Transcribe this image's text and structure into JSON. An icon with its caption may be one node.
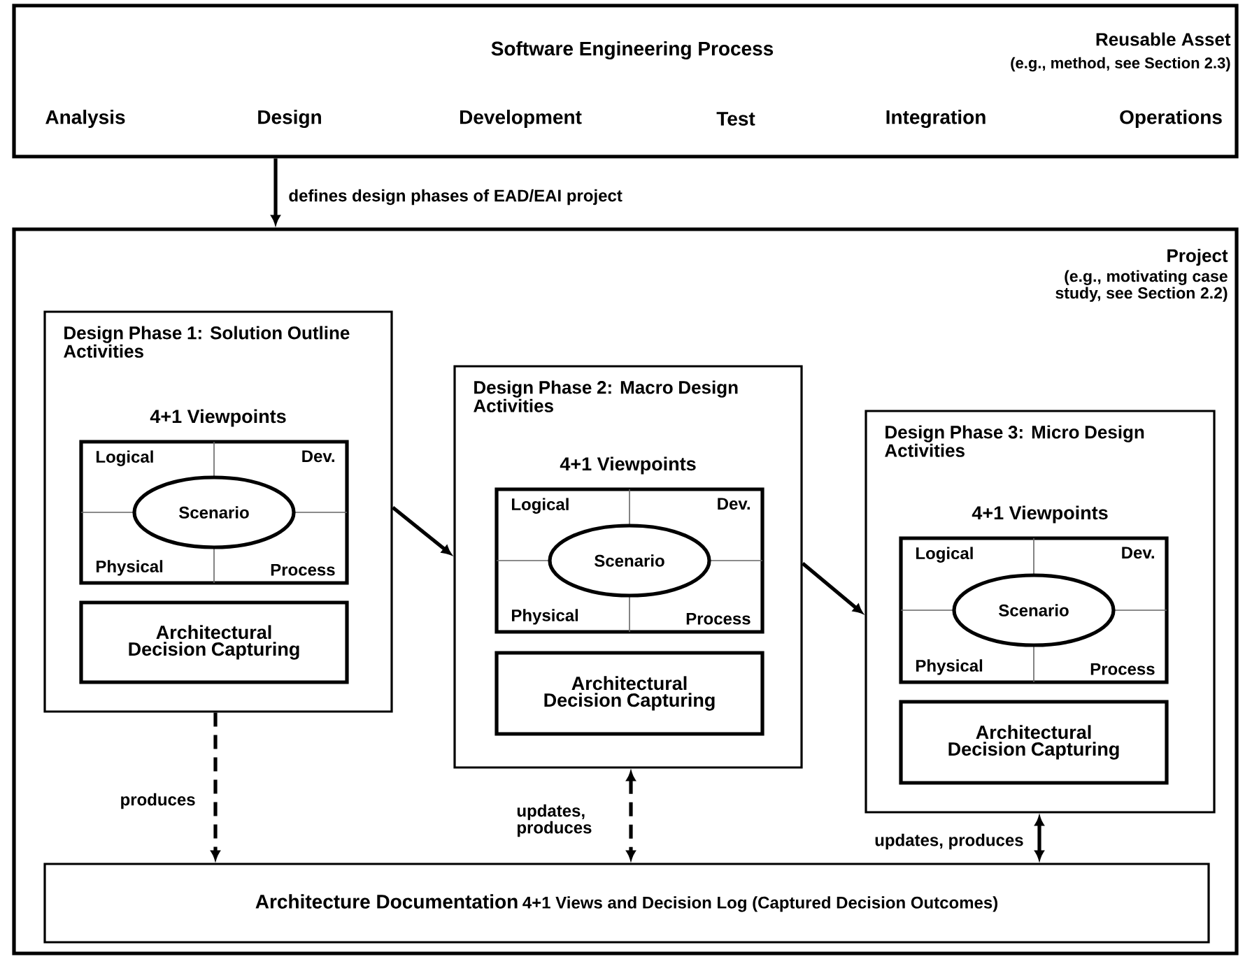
{
  "diagram": {
    "nodes": [
      {
        "text": [
          "Software Engineering Process",
          "Reusable Asset",
          "(e.g., method, see Section 2.3)",
          "Analysis",
          "Design",
          "Development",
          "Test",
          "Integration",
          "Operations"
        ]
      },
      {
        "text": [
          "Project",
          "(e.g., motivating case study, see Section 2.2)"
        ]
      },
      {
        "text": [
          "Design Phase 1: Solution Outline Activities",
          "4+1 Viewpoints"
        ],
        "in": 1
      },
      {
        "text": [
          "Logical",
          "Dev.",
          "Physical",
          "Process"
        ],
        "in": 2
      },
      {
        "text": [
          "Scenario"
        ],
        "in": 3
      },
      {
        "text": [
          "Architectural Decision Capturing"
        ],
        "in": 2
      },
      {
        "text": [
          "Design Phase 2: Macro Design Activities",
          "4+1 Viewpoints"
        ],
        "in": 1
      },
      {
        "text": [
          "Logical",
          "Dev.",
          "Physical",
          "Process"
        ],
        "in": 6
      },
      {
        "text": [
          "Scenario"
        ],
        "in": 7
      },
      {
        "text": [
          "Architectural Decision Capturing"
        ],
        "in": 6
      },
      {
        "text": [
          "Design Phase 3: Micro Design Activities",
          "4+1 Viewpoints"
        ],
        "in": 1
      },
      {
        "text": [
          "Logical",
          "Dev.",
          "Physical",
          "Process"
        ],
        "in": 10
      },
      {
        "text": [
          "Scenario"
        ],
        "in": 11
      },
      {
        "text": [
          "Architectural Decision Capturing"
        ],
        "in": 10
      },
      {
        "text": [
          "Architecture Documentation",
          "4+1 Views and Decision Log (Captured Decision Outcomes)"
        ],
        "in": 1
      }
    ],
    "edges": [
      {
        "from": 0,
        "to": 1,
        "arrow": "to",
        "label": "defines design phases of EAD/EAI project"
      },
      {
        "from": 2,
        "to": 6,
        "arrow": "to"
      },
      {
        "from": 6,
        "to": 10,
        "arrow": "to"
      },
      {
        "from": 2,
        "to": 14,
        "arrow": "to",
        "style": "dashed",
        "label": "produces"
      },
      {
        "from": 6,
        "to": 14,
        "arrow": "both",
        "style": "dashed",
        "label": "updates, produces"
      },
      {
        "from": 10,
        "to": 14,
        "arrow": "both",
        "label": "updates, produces"
      }
    ]
  }
}
